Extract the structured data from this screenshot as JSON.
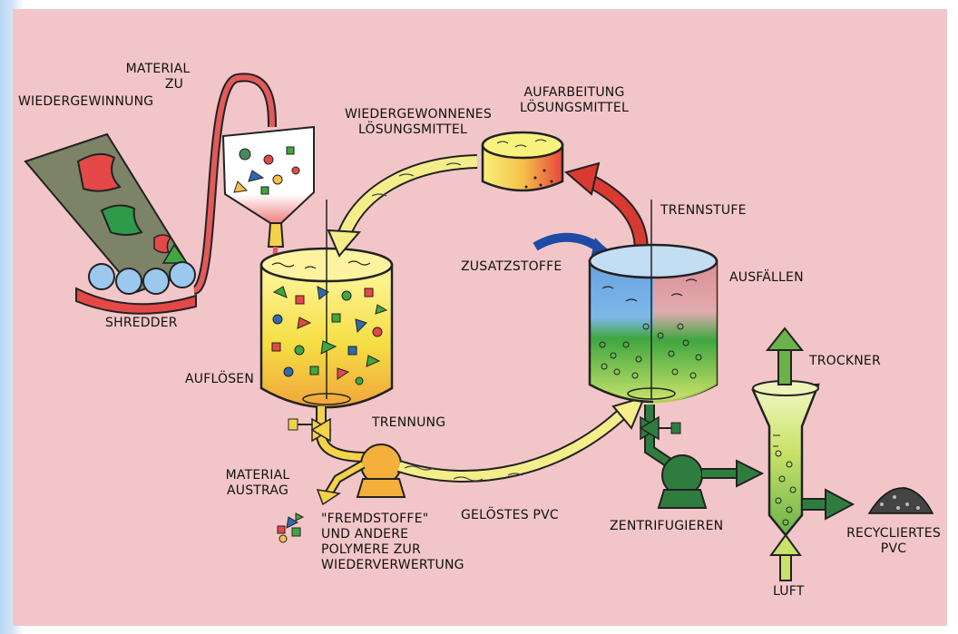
{
  "labels": {
    "material_zu_wiedergewinnung": [
      "MATERIAL",
      "ZU",
      "WIEDERGEWINNUNG"
    ],
    "shredder": "SHREDDER",
    "wiedergewonnenes": [
      "WIEDERGEWONNENES",
      "LÖSUNGSMITTEL"
    ],
    "aufarbeitung": [
      "AUFARBEITUNG",
      "LÖSUNGSMITTEL"
    ],
    "trennstufe": "TRENNSTUFE",
    "zusatzstoffe": "ZUSATZSTOFFE",
    "ausfaellen": "AUSFÄLLEN",
    "aufloesen": "AUFLÖSEN",
    "trennung": "TRENNUNG",
    "material_austrag": [
      "MATERIAL",
      "AUSTRAG"
    ],
    "fremdstoffe": [
      "\"FREMDSTOFFE\"",
      "UND ANDERE",
      "POLYMERE ZUR",
      "WIEDERVERWERTUNG"
    ],
    "geloestes_pvc": "GELÖSTES PVC",
    "zentrifugieren": "ZENTRIFUGIEREN",
    "trockner": "TROCKNER",
    "luft": "LUFT",
    "recycliertes_pvc": [
      "RECYCLIERTES",
      "PVC"
    ]
  },
  "colors": {
    "background": "#f2c6c8",
    "solvent_arrow": "#f4ee8a",
    "dissolved_pvc_arrow": "#f4ee8a",
    "pipe_red": "#e25a5a",
    "pipe_green": "#2f7d3e",
    "additive_arrow": "#1f4aa8",
    "tank_yellow": "#f5df45",
    "tank_green": "#3fa640",
    "tank_blue": "#6aa2e0"
  }
}
